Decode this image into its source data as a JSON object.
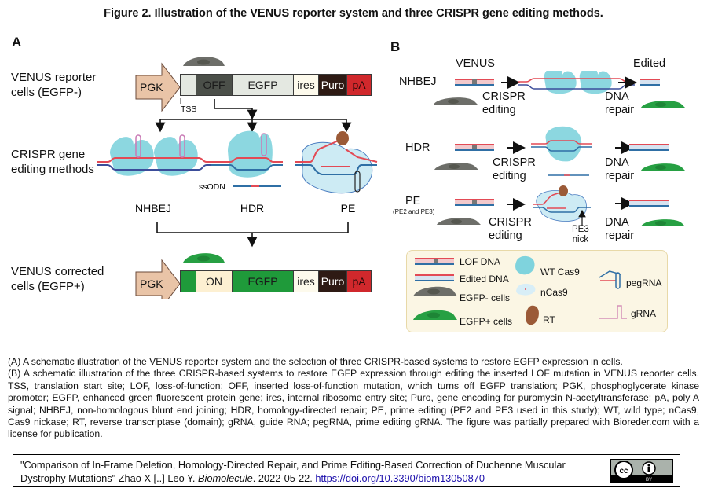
{
  "figure": {
    "title": "Figure 2. Illustration of the VENUS reporter system and three CRISPR gene editing methods."
  },
  "panel_a": {
    "letter": "A",
    "reporter_label_line1": "VENUS reporter",
    "reporter_label_line2": "cells (EGFP-)",
    "methods_label_line1": "CRISPR gene",
    "methods_label_line2": "editing methods",
    "corrected_label_line1": "VENUS corrected",
    "corrected_label_line2": "cells (EGFP+)",
    "tss_label": "TSS",
    "ssodn_label": "ssODN",
    "reporter_construct": {
      "promoter": "PGK",
      "segments": [
        {
          "label": "",
          "color": "#e4e8e1",
          "text_color": "#222222"
        },
        {
          "label": "OFF",
          "color": "#4b4f49",
          "text_color": "#1a1a1a"
        },
        {
          "label": "EGFP",
          "color": "#e4e8e1",
          "text_color": "#222222"
        },
        {
          "label": "ires",
          "color": "#fdfaec",
          "text_color": "#222222"
        },
        {
          "label": "Puro",
          "color": "#2e1a14",
          "text_color": "#ffffff"
        },
        {
          "label": "pA",
          "color": "#d0282c",
          "text_color": "#2a0a0a"
        }
      ]
    },
    "corrected_construct": {
      "promoter": "PGK",
      "segments": [
        {
          "label": "",
          "color": "#1f9a3a",
          "text_color": "#222222"
        },
        {
          "label": "ON",
          "color": "#fdf0d2",
          "text_color": "#222222"
        },
        {
          "label": "EGFP",
          "color": "#1f9a3a",
          "text_color": "#1a1a1a"
        },
        {
          "label": "ires",
          "color": "#fdfaec",
          "text_color": "#222222"
        },
        {
          "label": "Puro",
          "color": "#2e1a14",
          "text_color": "#ffffff"
        },
        {
          "label": "pA",
          "color": "#d0282c",
          "text_color": "#2a0a0a"
        }
      ]
    },
    "methods": [
      "NHBEJ",
      "HDR",
      "PE"
    ]
  },
  "panel_b": {
    "letter": "B",
    "venus_label": "VENUS",
    "edited_label": "Edited",
    "rows": [
      {
        "method": "NHBEJ",
        "sub": "",
        "step1_line1": "CRISPR",
        "step1_line2": "editing",
        "step2_line1": "DNA",
        "step2_line2": "repair"
      },
      {
        "method": "HDR",
        "sub": "",
        "step1_line1": "CRISPR",
        "step1_line2": "editing",
        "step2_line1": "DNA",
        "step2_line2": "repair"
      },
      {
        "method": "PE",
        "sub": "(PE2 and PE3)",
        "step1_line1": "CRISPR",
        "step1_line2": "editing",
        "step2_line1": "DNA",
        "step2_line2": "repair"
      }
    ],
    "pe3_label_line1": "PE3",
    "pe3_label_line2": "nick",
    "legend": {
      "lof_dna": "LOF DNA",
      "edited_dna": "Edited DNA",
      "egfp_minus": "EGFP- cells",
      "egfp_plus": "EGFP+ cells",
      "wt_cas9": "WT Cas9",
      "ncas9": "nCas9",
      "rt": "RT",
      "pegrna": "pegRNA",
      "grna": "gRNA"
    }
  },
  "colors": {
    "promoter": "#e9c4a7",
    "cas9": "#7fd3dd",
    "ncas9": "#cdebf4",
    "rt": "#9b5a37",
    "egfp_minus_cell": "#6d6e69",
    "egfp_plus_cell": "#27a043",
    "dna_red": "#e34a55",
    "dna_blue": "#2f6fa5",
    "grna_pink": "#c97ab5"
  },
  "caption": {
    "para_a": "(A) A schematic illustration of the VENUS reporter system and the selection of three CRISPR-based systems to restore EGFP expression in cells.",
    "para_b": "(B) A schematic illustration of the three CRISPR-based systems to restore EGFP expression through editing the inserted LOF mutation in VENUS reporter cells. TSS, translation start site; LOF, loss-of-function; OFF, inserted loss-of-function mutation, which turns off EGFP translation; PGK, phosphoglycerate kinase promoter; EGFP, enhanced green fluorescent protein gene; ires, internal ribosome entry site; Puro, gene encoding for puromycin N-acetyltransferase; pA, poly A signal; NHBEJ, non-homologous blunt end joining; HDR, homology-directed repair; PE, prime editing (PE2 and PE3 used in this study); WT, wild type; nCas9, Cas9 nickase; RT, reverse transcriptase (domain); gRNA, guide RNA; pegRNA, prime editing gRNA. The figure was partially prepared with Bioreder.com with a license for publication."
  },
  "citation": {
    "title": "\"Comparison of In-Frame Deletion, Homology-Directed Repair, and Prime Editing-Based Correction of Duchenne Muscular Dystrophy Mutations\"",
    "authors": " Zhao X [..] Leo Y. ",
    "journal": "Biomolecule",
    "date": ". 2022-05-22. ",
    "doi": "https://doi.org/10.3390/biom13050870",
    "license_cc": "cc",
    "license_by": "BY"
  }
}
